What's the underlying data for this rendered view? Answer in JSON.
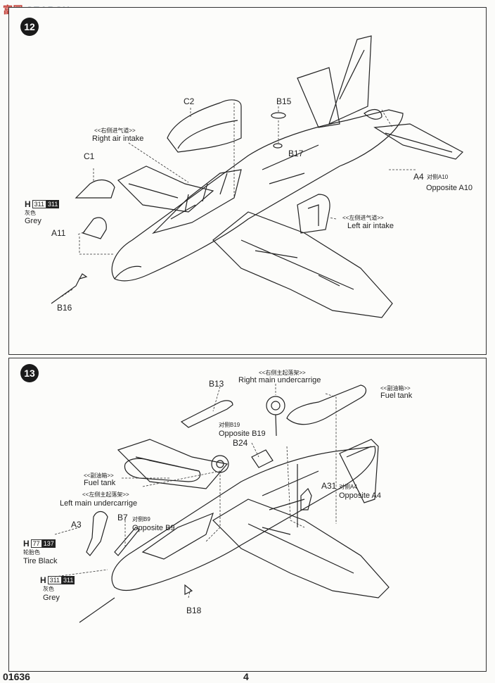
{
  "watermark": {
    "logo_text": "富国",
    "brand": "SEARCH"
  },
  "step1": {
    "step_number": "12",
    "labels": {
      "c2": "C2",
      "b15": "B15",
      "b17": "B17",
      "c1": "C1",
      "a11": "A11",
      "b16": "B16",
      "a4": "A4",
      "a4_zh": "对侧A10",
      "a4_en": "Opposite A10",
      "right_intake_zh": "<<右侧进气道>>",
      "right_intake_en": "Right air intake",
      "left_intake_zh": "<<左侧进气道>>",
      "left_intake_en": "Left air intake"
    },
    "paint": {
      "letter": "H",
      "code1": "311",
      "code2": "311",
      "zh": "灰色",
      "en": "Grey"
    }
  },
  "step2": {
    "step_number": "13",
    "labels": {
      "b13": "B13",
      "b19_zh": "对侧B19",
      "b19_en": "Opposite B19",
      "b24": "B24",
      "rmu_zh": "<<右侧主起落架>>",
      "rmu_en": "Right main undercarrige",
      "fuel_r_zh": "<<副油箱>>",
      "fuel_r_en": "Fuel tank",
      "fuel_l_zh": "<<副油箱>>",
      "fuel_l_en": "Fuel tank",
      "lmu_zh": "<<左侧主起落架>>",
      "lmu_en": "Left main undercarrige",
      "a31": "A31",
      "a31_zh": "对侧A4",
      "a31_en": "Opposite A4",
      "a3": "A3",
      "b7": "B7",
      "b7_zh": "对侧B9",
      "b7_en": "Opposite B9",
      "b18": "B18"
    },
    "paint_tire": {
      "letter": "H",
      "code1": "77",
      "code2": "137",
      "zh": "轮胎色",
      "en": "Tire Black"
    },
    "paint_grey": {
      "letter": "H",
      "code1": "311",
      "code2": "311",
      "zh": "灰色",
      "en": "Grey"
    }
  },
  "footer": {
    "code": "01636",
    "page": "4"
  }
}
